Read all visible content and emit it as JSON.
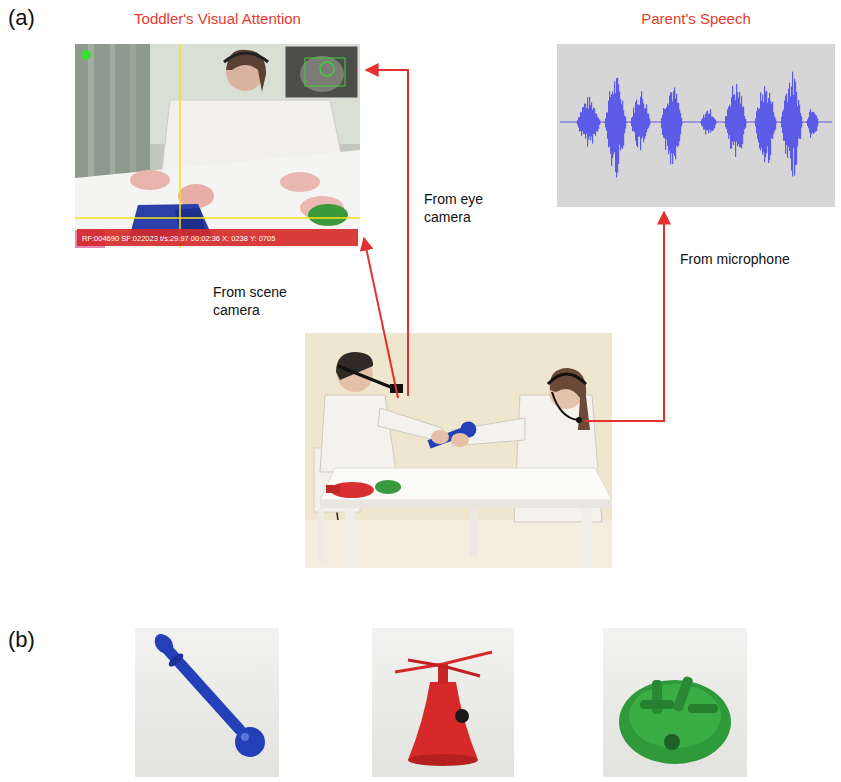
{
  "diagram": {
    "nodes": [
      {
        "text": [
          "Toddler's Visual Attention",
          "RF:004690 SF:022023 t/s:29.97 00:02:36 X: 0238 Y: 0705"
        ]
      },
      {
        "text": [
          "Parent's Speech"
        ]
      }
    ],
    "labels": [
      "(a)",
      "From eye camera",
      "From scene camera",
      "From microphone",
      "(b)"
    ]
  }
}
